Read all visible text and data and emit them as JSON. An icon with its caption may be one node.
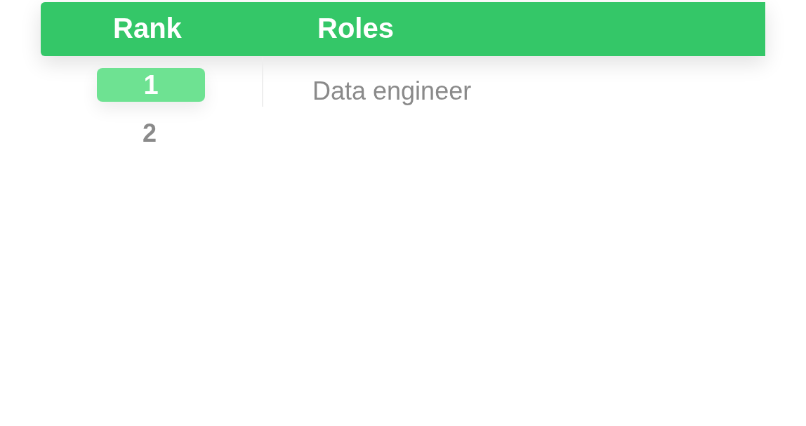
{
  "diagram": {
    "labels": [
      "Rank",
      "Roles",
      "1",
      "Data engineer",
      "2"
    ]
  }
}
